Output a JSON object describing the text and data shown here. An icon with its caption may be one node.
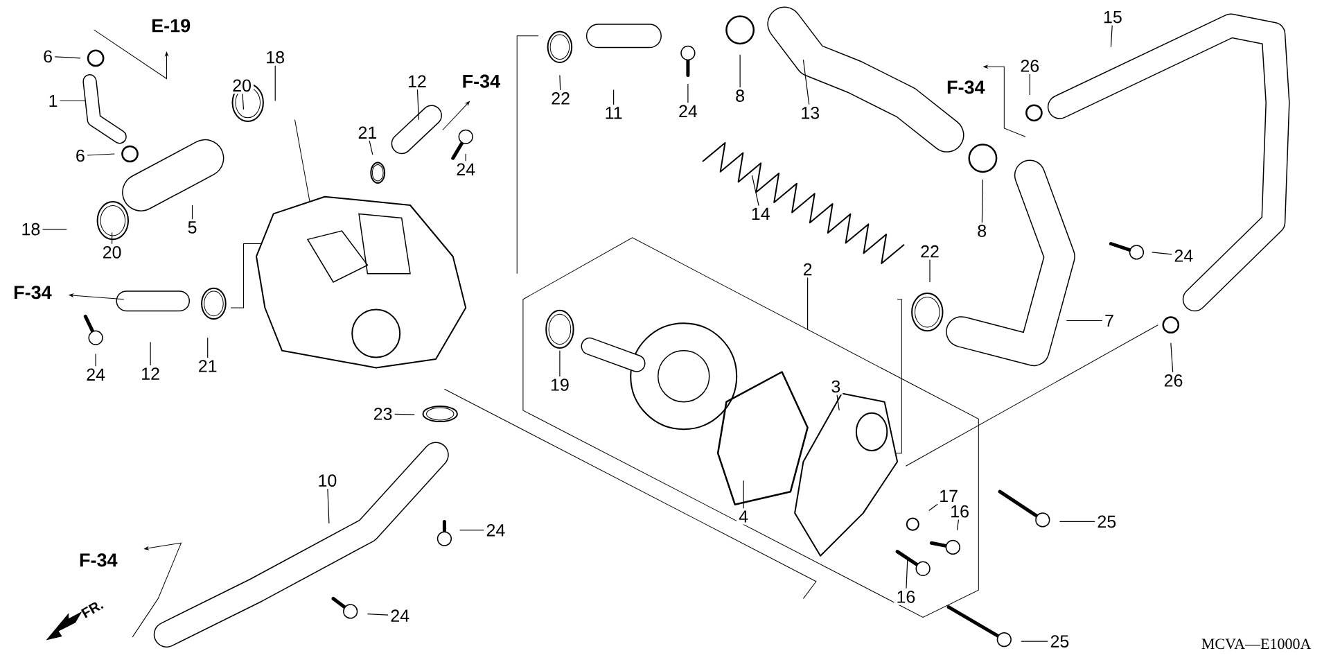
{
  "diagram": {
    "nodes": [
      {
        "text": [
          "6"
        ]
      },
      {
        "text": [
          "1"
        ]
      },
      {
        "text": [
          "6"
        ]
      },
      {
        "text": [
          "20"
        ]
      },
      {
        "text": [
          "18"
        ]
      },
      {
        "text": [
          "12"
        ]
      },
      {
        "text": [
          "21"
        ]
      },
      {
        "text": [
          "24"
        ]
      },
      {
        "text": [
          "22"
        ]
      },
      {
        "text": [
          "11"
        ]
      },
      {
        "text": [
          "24"
        ]
      },
      {
        "text": [
          "8"
        ]
      },
      {
        "text": [
          "13"
        ]
      },
      {
        "text": [
          "15"
        ]
      },
      {
        "text": [
          "26"
        ]
      },
      {
        "text": [
          "14"
        ]
      },
      {
        "text": [
          "8"
        ]
      },
      {
        "text": [
          "18"
        ]
      },
      {
        "text": [
          "5"
        ]
      },
      {
        "text": [
          "20"
        ]
      },
      {
        "text": [
          "2"
        ]
      },
      {
        "text": [
          "22"
        ]
      },
      {
        "text": [
          "24"
        ]
      },
      {
        "text": [
          "12"
        ]
      },
      {
        "text": [
          "24"
        ]
      },
      {
        "text": [
          "21"
        ]
      },
      {
        "text": [
          "7"
        ]
      },
      {
        "text": [
          "19"
        ]
      },
      {
        "text": [
          "26"
        ]
      },
      {
        "text": [
          "3"
        ]
      },
      {
        "text": [
          "23"
        ]
      },
      {
        "text": [
          "10"
        ]
      },
      {
        "text": [
          "17"
        ]
      },
      {
        "text": [
          "16"
        ]
      },
      {
        "text": [
          "25"
        ]
      },
      {
        "text": [
          "4"
        ]
      },
      {
        "text": [
          "24"
        ]
      },
      {
        "text": [
          "16"
        ]
      },
      {
        "text": [
          "24"
        ]
      },
      {
        "text": [
          "25"
        ]
      }
    ],
    "edges": [
      {
        "from": 0,
        "to": null,
        "arrow": "none"
      },
      {
        "from": 1,
        "to": null,
        "arrow": "none"
      },
      {
        "from": 2,
        "to": null,
        "arrow": "none"
      },
      {
        "from": 3,
        "to": null,
        "arrow": "none"
      },
      {
        "from": 4,
        "to": null,
        "arrow": "none"
      },
      {
        "from": 5,
        "to": null,
        "arrow": "none"
      },
      {
        "from": 6,
        "to": null,
        "arrow": "none"
      },
      {
        "from": 7,
        "to": null,
        "arrow": "none"
      },
      {
        "from": 8,
        "to": null,
        "arrow": "none"
      },
      {
        "from": 9,
        "to": null,
        "arrow": "none"
      },
      {
        "from": 10,
        "to": null,
        "arrow": "none"
      },
      {
        "from": 11,
        "to": null,
        "arrow": "none"
      },
      {
        "from": 12,
        "to": null,
        "arrow": "none"
      },
      {
        "from": 13,
        "to": null,
        "arrow": "none"
      },
      {
        "from": 14,
        "to": null,
        "arrow": "none"
      },
      {
        "from": 15,
        "to": null,
        "arrow": "none"
      },
      {
        "from": 16,
        "to": null,
        "arrow": "none"
      },
      {
        "from": 17,
        "to": null,
        "arrow": "none"
      },
      {
        "from": 18,
        "to": null,
        "arrow": "none"
      },
      {
        "from": 19,
        "to": null,
        "arrow": "none"
      },
      {
        "from": 20,
        "to": null,
        "arrow": "none"
      },
      {
        "from": 21,
        "to": null,
        "arrow": "none"
      },
      {
        "from": 22,
        "to": null,
        "arrow": "none"
      },
      {
        "from": 23,
        "to": null,
        "arrow": "none"
      },
      {
        "from": 24,
        "to": null,
        "arrow": "none"
      },
      {
        "from": 25,
        "to": null,
        "arrow": "none"
      },
      {
        "from": 26,
        "to": null,
        "arrow": "none"
      },
      {
        "from": 27,
        "to": null,
        "arrow": "none"
      },
      {
        "from": 28,
        "to": null,
        "arrow": "none"
      },
      {
        "from": 29,
        "to": null,
        "arrow": "none"
      },
      {
        "from": 30,
        "to": null,
        "arrow": "none"
      },
      {
        "from": 31,
        "to": null,
        "arrow": "none"
      },
      {
        "from": 32,
        "to": null,
        "arrow": "none"
      },
      {
        "from": 33,
        "to": null,
        "arrow": "none"
      },
      {
        "from": 34,
        "to": null,
        "arrow": "none"
      },
      {
        "from": 35,
        "to": null,
        "arrow": "none"
      },
      {
        "from": 36,
        "to": null,
        "arrow": "none"
      },
      {
        "from": 37,
        "to": null,
        "arrow": "none"
      },
      {
        "from": 38,
        "to": null,
        "arrow": "none"
      },
      {
        "from": 39,
        "to": null,
        "arrow": "none"
      }
    ],
    "labels": [
      "E-19",
      "F-34",
      "F-34",
      "F-34",
      "F-34",
      "FR.",
      "MCVA—E1000A"
    ]
  }
}
